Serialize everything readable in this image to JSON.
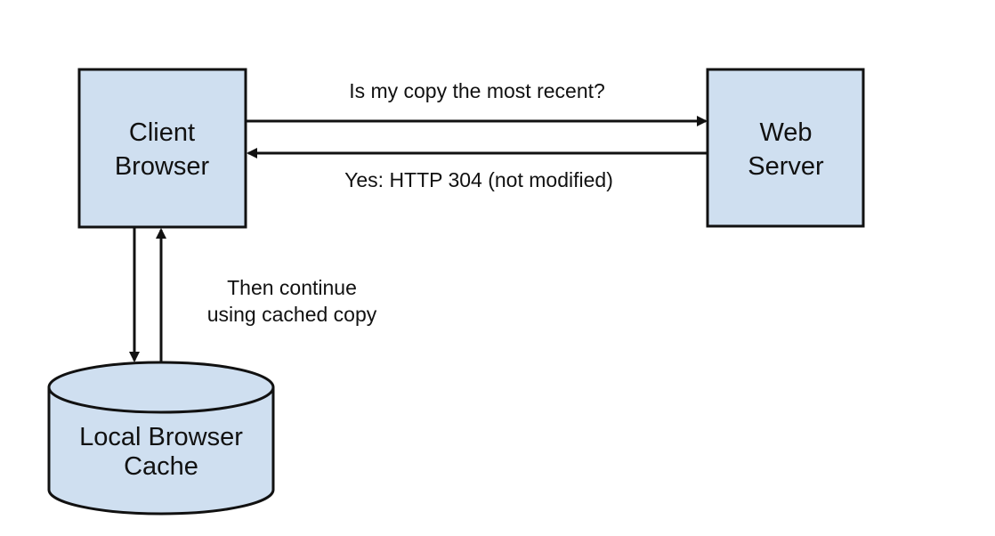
{
  "nodes": {
    "client_browser": {
      "line1": "Client",
      "line2": "Browser"
    },
    "web_server": {
      "line1": "Web",
      "line2": "Server"
    },
    "local_cache": {
      "line1": "Local Browser",
      "line2": "Cache"
    }
  },
  "edges": {
    "request": {
      "label": "Is my copy the most recent?"
    },
    "response": {
      "label": "Yes: HTTP 304 (not modified)"
    },
    "cache_note": {
      "line1": "Then continue",
      "line2": "using cached copy"
    }
  },
  "colors": {
    "node_fill": "#cfdff0",
    "stroke": "#111111"
  }
}
